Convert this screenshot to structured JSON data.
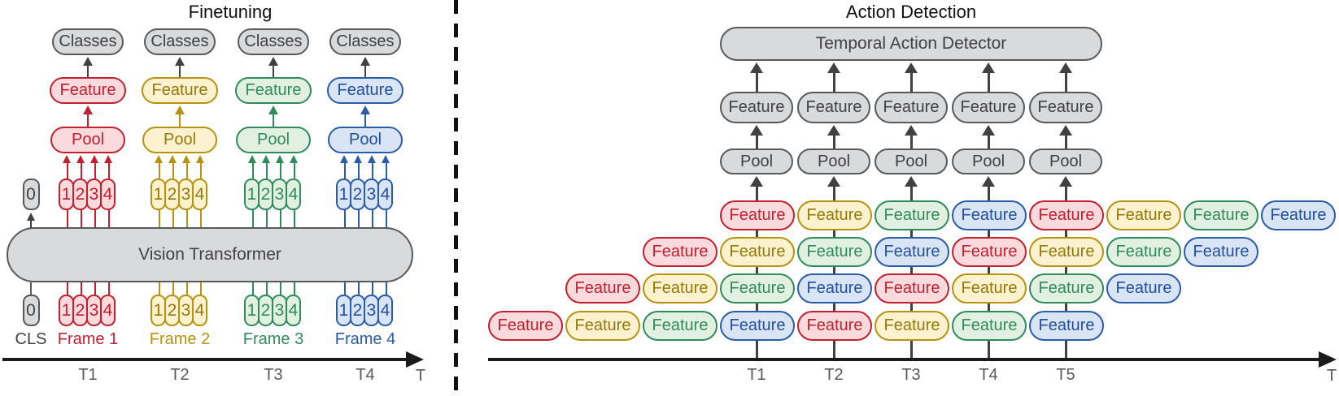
{
  "colors": {
    "red": {
      "stroke": "#c1202f",
      "fill": "#fadadd",
      "text": "#c1202f"
    },
    "yellow": {
      "stroke": "#b8920e",
      "fill": "#fcf2cf",
      "text": "#967807"
    },
    "green": {
      "stroke": "#2f8c5a",
      "fill": "#e2f0e2",
      "text": "#2f8c5a"
    },
    "blue": {
      "stroke": "#2a5ca8",
      "fill": "#d9e4f5",
      "text": "#21519e"
    },
    "gray": {
      "stroke": "#58595b",
      "fill": "#d9dadb",
      "text": "#414042"
    },
    "arrow": "#414042",
    "axis": "#1a1a1a",
    "tick_text": "#58595b"
  },
  "left_panel": {
    "title": "Finetuning",
    "transformer_label": "Vision Transformer",
    "classes_label": "Classes",
    "feature_label": "Feature",
    "pool_label": "Pool",
    "cls_token": "0",
    "cls_label": "CLS",
    "token_labels": [
      "1",
      "2",
      "3",
      "4"
    ],
    "columns": [
      {
        "color": "red",
        "frame_label": "Frame 1",
        "tick": "T1"
      },
      {
        "color": "yellow",
        "frame_label": "Frame 2",
        "tick": "T2"
      },
      {
        "color": "green",
        "frame_label": "Frame 3",
        "tick": "T3"
      },
      {
        "color": "blue",
        "frame_label": "Frame 4",
        "tick": "T4"
      }
    ],
    "axis_end_label": "T"
  },
  "right_panel": {
    "title": "Action Detection",
    "detector_label": "Temporal Action Detector",
    "feature_label": "Feature",
    "pool_label": "Pool",
    "ticks": [
      "T1",
      "T2",
      "T3",
      "T4",
      "T5"
    ],
    "feature_rows": [
      {
        "colors": [
          "red",
          "yellow",
          "green",
          "blue",
          "red",
          "yellow",
          "green",
          "blue"
        ]
      },
      {
        "colors": [
          "red",
          "yellow",
          "green",
          "blue",
          "red",
          "yellow",
          "green",
          "blue"
        ]
      },
      {
        "colors": [
          "red",
          "yellow",
          "green",
          "blue",
          "red",
          "yellow",
          "green",
          "blue"
        ]
      },
      {
        "colors": [
          "red",
          "yellow",
          "green",
          "blue",
          "red",
          "yellow",
          "green",
          "blue"
        ]
      }
    ],
    "axis_end_label": "T"
  }
}
